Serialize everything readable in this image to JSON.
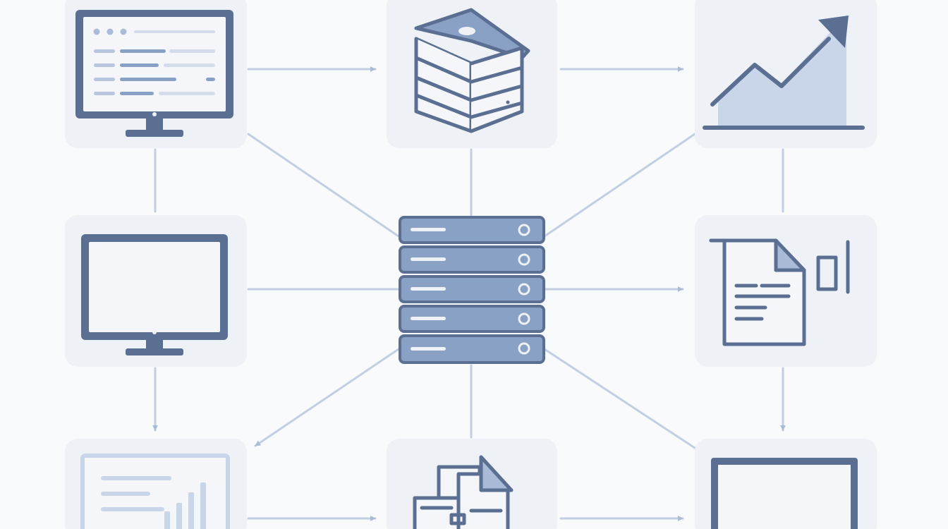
{
  "colors": {
    "background": "#f9fafc",
    "tile": "#eef1f6",
    "stroke": "#5a6f91",
    "fill_mid": "#8aa1c6",
    "fill_light": "#c9d5e8",
    "fill_pale": "#dde5f1",
    "connector": "#c2cfe2",
    "arrowhead": "#a9bbd6"
  },
  "nodes": [
    {
      "id": "monitor-top-left",
      "icon": "monitor-dashboard-icon"
    },
    {
      "id": "storage-box-top-center",
      "icon": "database-box-icon"
    },
    {
      "id": "chart-top-right",
      "icon": "trend-chart-icon"
    },
    {
      "id": "monitor-middle-left",
      "icon": "monitor-icon"
    },
    {
      "id": "server-center",
      "icon": "server-rack-icon"
    },
    {
      "id": "report-middle-right",
      "icon": "report-document-icon"
    },
    {
      "id": "report-bottom-left",
      "icon": "report-chart-icon"
    },
    {
      "id": "documents-bottom-center",
      "icon": "documents-icon"
    },
    {
      "id": "screen-bottom-right",
      "icon": "screen-icon"
    }
  ],
  "edges": [
    {
      "from": "monitor-top-left",
      "to": "storage-box-top-center",
      "arrow": true
    },
    {
      "from": "storage-box-top-center",
      "to": "chart-top-right",
      "arrow": true
    },
    {
      "from": "monitor-top-left",
      "to": "monitor-middle-left",
      "arrow": false
    },
    {
      "from": "storage-box-top-center",
      "to": "server-center",
      "arrow": false
    },
    {
      "from": "chart-top-right",
      "to": "report-middle-right",
      "arrow": false
    },
    {
      "from": "monitor-top-left",
      "to": "server-center",
      "arrow": false
    },
    {
      "from": "chart-top-right",
      "to": "server-center",
      "arrow": false
    },
    {
      "from": "monitor-middle-left",
      "to": "server-center",
      "arrow": false
    },
    {
      "from": "server-center",
      "to": "report-middle-right",
      "arrow": true
    },
    {
      "from": "monitor-middle-left",
      "to": "report-bottom-left",
      "arrow": true
    },
    {
      "from": "report-middle-right",
      "to": "screen-bottom-right",
      "arrow": true
    },
    {
      "from": "server-center",
      "to": "report-bottom-left",
      "arrow": true
    },
    {
      "from": "server-center",
      "to": "documents-bottom-center",
      "arrow": false
    },
    {
      "from": "server-center",
      "to": "screen-bottom-right",
      "arrow": false
    },
    {
      "from": "report-bottom-left",
      "to": "documents-bottom-center",
      "arrow": true
    },
    {
      "from": "documents-bottom-center",
      "to": "screen-bottom-right",
      "arrow": true
    }
  ]
}
